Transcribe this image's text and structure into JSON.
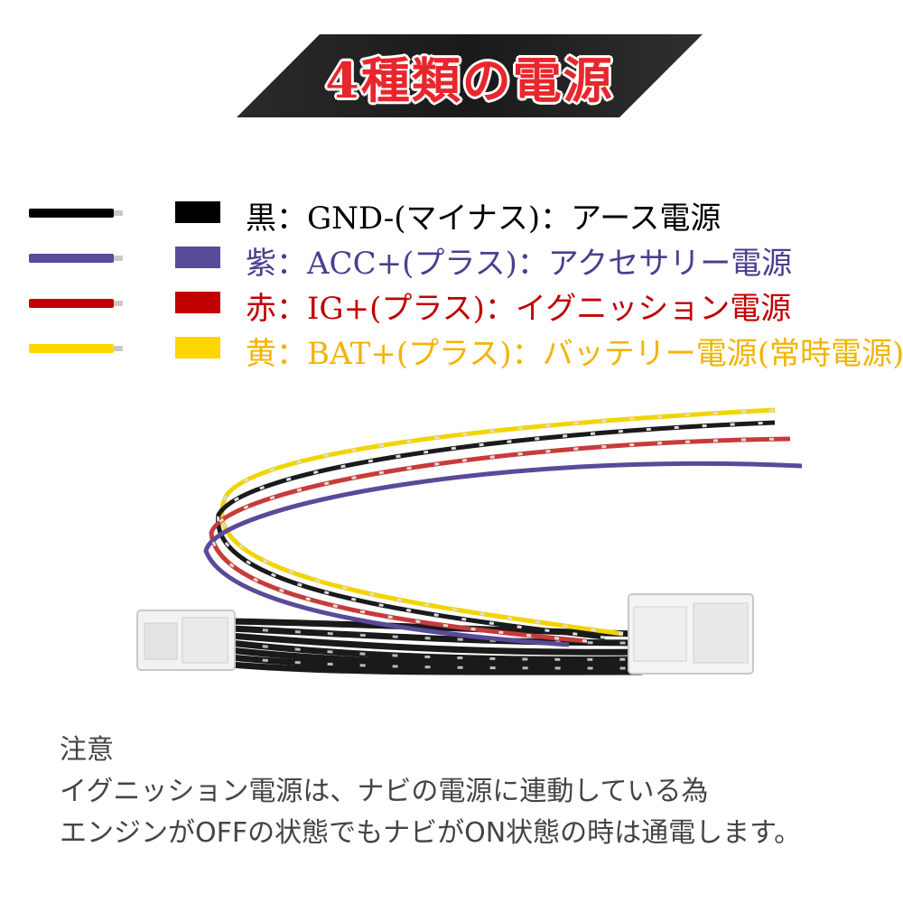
{
  "banner": {
    "title": "4種類の電源"
  },
  "legend": [
    {
      "text": "黒：GND-(マイナス)：アース電源",
      "color": "#000000",
      "text_color": "#000000"
    },
    {
      "text": "紫：ACC+(プラス)：アクセサリー電源",
      "color": "#5a4a9a",
      "text_color": "#4a3f8e"
    },
    {
      "text": "赤：IG+(プラス)：イグニッション電源",
      "color": "#c00000",
      "text_color": "#c00000"
    },
    {
      "text": "黄：BAT+(プラス)：バッテリー電源(常時電源)",
      "color": "#ffd600",
      "text_color": "#f2b400"
    }
  ],
  "notes": {
    "heading": "注意",
    "line1": "イグニッション電源は、ナビの電源に連動している為",
    "line2": "エンジンがOFFの状態でもナビがON状態の時は通電します。"
  }
}
